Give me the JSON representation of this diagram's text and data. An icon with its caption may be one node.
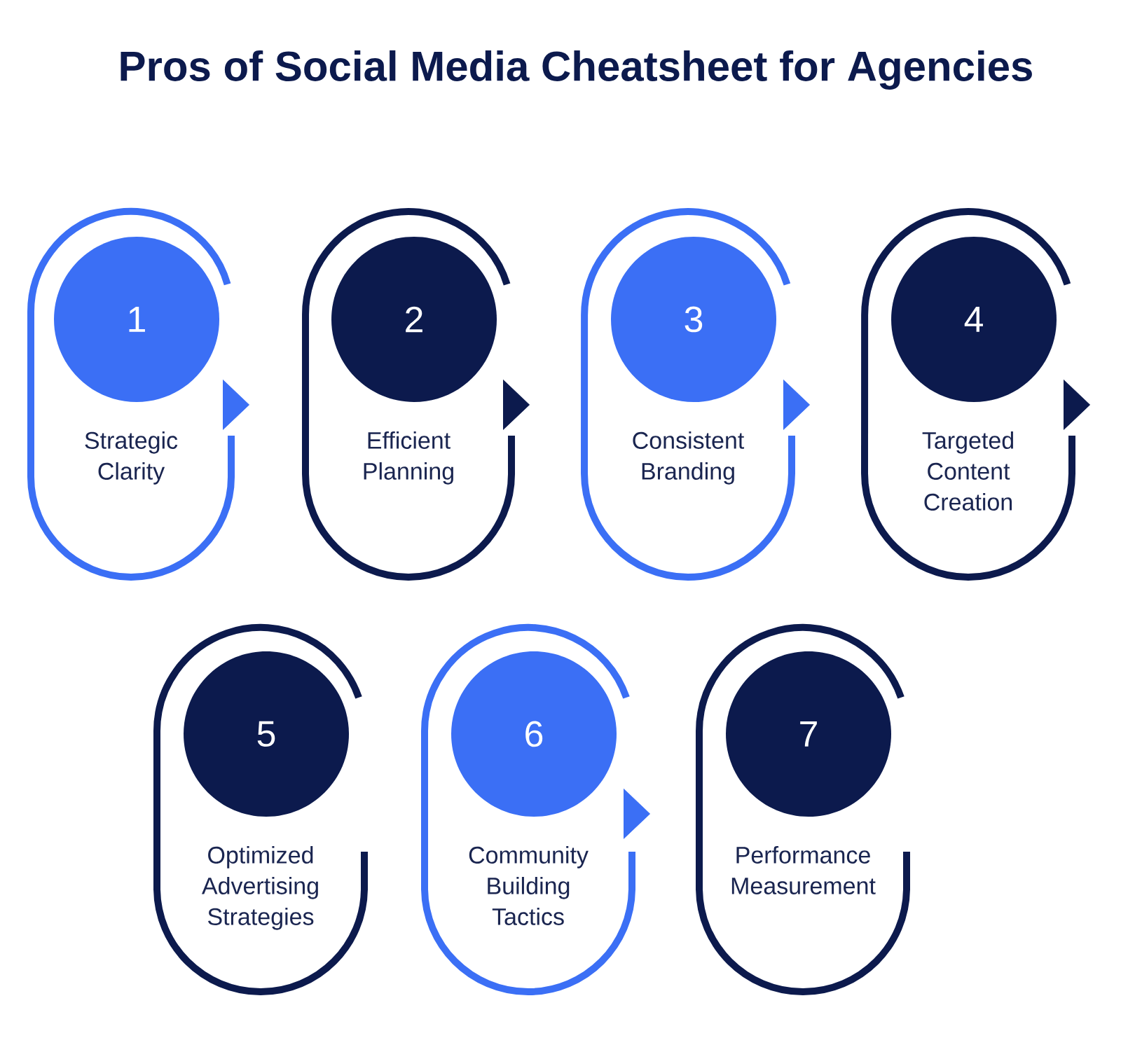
{
  "diagram": {
    "title": "Pros of Social Media Cheatsheet for Agencies",
    "nodes": [
      {
        "text": [
          "Strategic Clarity"
        ]
      },
      {
        "text": [
          "1"
        ],
        "in": 0
      },
      {
        "text": [
          "Efficient Planning"
        ]
      },
      {
        "text": [
          "2"
        ],
        "in": 2
      },
      {
        "text": [
          "Consistent Branding"
        ]
      },
      {
        "text": [
          "3"
        ],
        "in": 4
      },
      {
        "text": [
          "Targeted Content Creation"
        ]
      },
      {
        "text": [
          "4"
        ],
        "in": 6
      },
      {
        "text": [
          "Optimized Advertising Strategies"
        ]
      },
      {
        "text": [
          "5"
        ],
        "in": 8
      },
      {
        "text": [
          "Community Building Tactics"
        ]
      },
      {
        "text": [
          "6"
        ],
        "in": 10
      },
      {
        "text": [
          "Performance Measurement"
        ]
      },
      {
        "text": [
          "7"
        ],
        "in": 12
      }
    ],
    "edges": [
      {
        "from": 0,
        "to": null,
        "arrow": "to"
      },
      {
        "from": 2,
        "to": null,
        "arrow": "to",
        "color": "#0c1a4d"
      },
      {
        "from": 4,
        "to": null,
        "arrow": "to"
      },
      {
        "from": 6,
        "to": null,
        "arrow": "to",
        "color": "#0c1a4d"
      },
      {
        "from": 10,
        "to": null,
        "arrow": "to"
      }
    ]
  }
}
